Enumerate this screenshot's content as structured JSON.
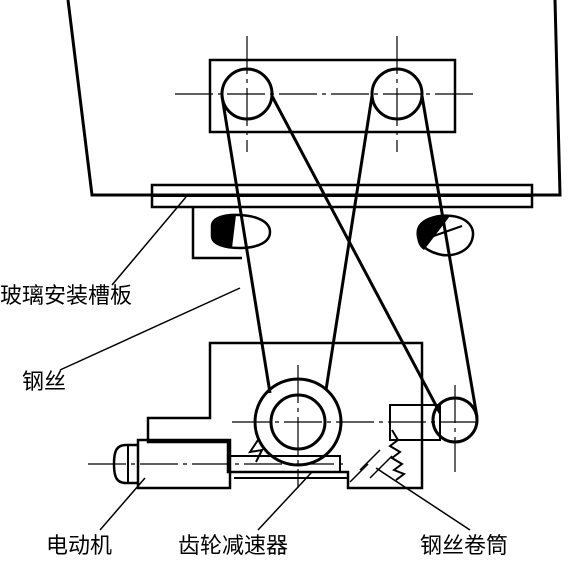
{
  "labels": {
    "glass_channel": "玻璃安装槽板",
    "wire": "钢丝",
    "motor": "电动机",
    "gear_reducer": "齿轮减速器",
    "wire_drum": "钢丝卷筒"
  },
  "colors": {
    "line": "#000000",
    "background": "#ffffff"
  }
}
